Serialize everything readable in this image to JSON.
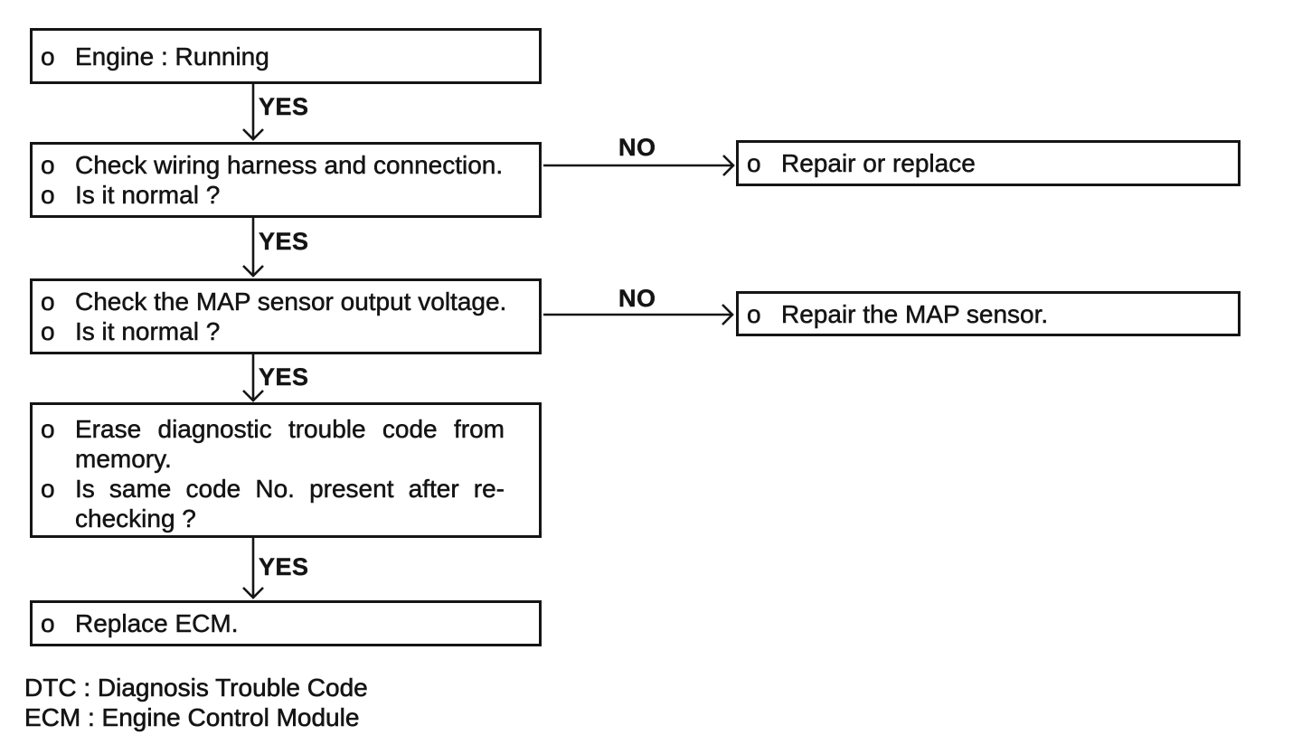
{
  "diagram": {
    "type": "flowchart",
    "subject": "MAP sensor diagnostic trouble code check procedure",
    "colors": {
      "ink": "#141414",
      "background": "#ffffff"
    },
    "boxes": {
      "step1": {
        "items": [
          {
            "bullet": "o",
            "text": "Engine : Running"
          }
        ]
      },
      "step2": {
        "items": [
          {
            "bullet": "o",
            "text": "Check wiring harness and connection."
          },
          {
            "bullet": "o",
            "text": "Is it normal ?"
          }
        ]
      },
      "step3": {
        "items": [
          {
            "bullet": "o",
            "text": "Check the MAP sensor output voltage."
          },
          {
            "bullet": "o",
            "text": "Is it normal ?"
          }
        ]
      },
      "step4": {
        "items": [
          {
            "bullet": "o",
            "text": "Erase diagnostic trouble code from memory."
          },
          {
            "bullet": "o",
            "text": "Is same code No. present after re-checking ?"
          }
        ]
      },
      "step5": {
        "items": [
          {
            "bullet": "o",
            "text": "Replace ECM."
          }
        ]
      },
      "repair1": {
        "items": [
          {
            "bullet": "o",
            "text": "Repair or replace"
          }
        ]
      },
      "repair2": {
        "items": [
          {
            "bullet": "o",
            "text": "Repair the MAP sensor."
          }
        ]
      }
    },
    "connectors": {
      "yes_labels": [
        "YES",
        "YES",
        "YES",
        "YES"
      ],
      "no_labels": [
        "NO",
        "NO"
      ]
    },
    "footnotes": {
      "dtc": "DTC : Diagnosis Trouble Code",
      "ecm": "ECM : Engine Control Module"
    }
  }
}
